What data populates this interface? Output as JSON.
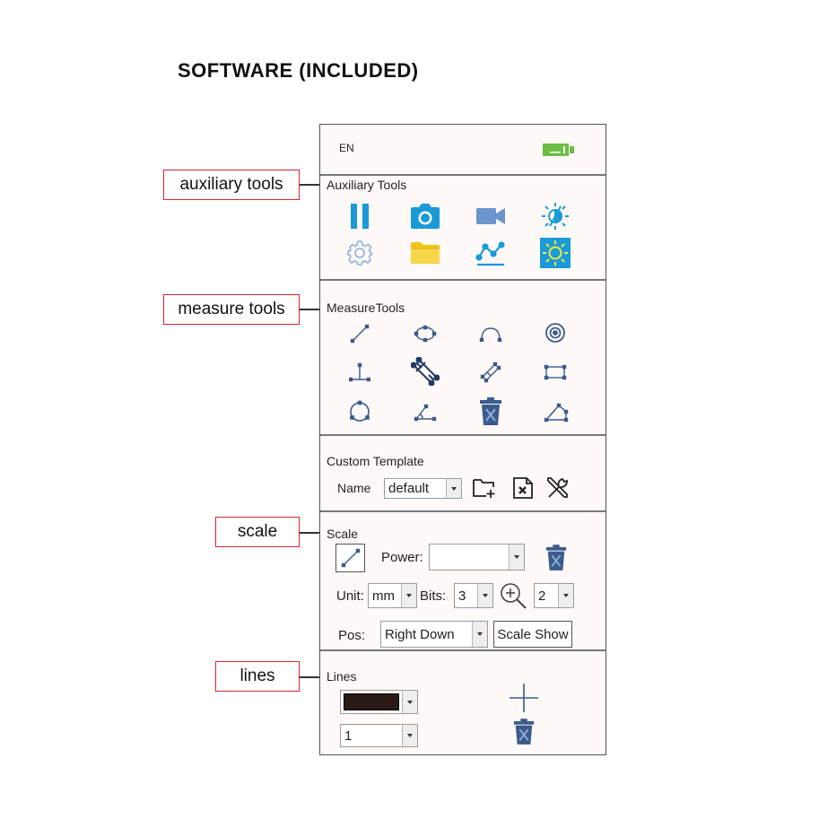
{
  "heading": "SOFTWARE (INCLUDED)",
  "callouts": {
    "auxiliary": "auxiliary tools",
    "measure": "measure tools",
    "scale": "scale",
    "lines": "lines"
  },
  "panel": {
    "language": "EN",
    "auxiliary_title": "Auxiliary Tools",
    "auxiliary_icons": [
      "pause-icon",
      "camera-icon",
      "video-camera-icon",
      "brightness-icon",
      "gear-icon",
      "folder-icon",
      "line-graph-icon",
      "exposure-icon"
    ],
    "measure_title": "MeasureTools",
    "measure_icons": [
      "line-tool-icon",
      "ellipse-tool-icon",
      "arc-tool-icon",
      "concentric-circle-icon",
      "perpendicular-tool-icon",
      "parallel-distance-icon",
      "parallel-lines-icon",
      "rectangle-tool-icon",
      "circle-tool-icon",
      "angle-tool-icon",
      "delete-measure-icon",
      "polygon-tool-icon"
    ],
    "custom_template": {
      "title": "Custom Template",
      "name_label": "Name",
      "name_value": "default"
    },
    "scale": {
      "title": "Scale",
      "power_label": "Power:",
      "power_value": "",
      "unit_label": "Unit:",
      "unit_value": "mm",
      "bits_label": "Bits:",
      "bits_value": "3",
      "zoom_value": "2",
      "pos_label": "Pos:",
      "pos_value": "Right Down",
      "scale_show_label": "Scale Show"
    },
    "lines": {
      "title": "Lines",
      "color_value": "#2a1a16",
      "width_value": "1"
    }
  },
  "colors": {
    "accent_blue": "#1a9ad8",
    "icon_blue": "#6b95cc",
    "dark_blue": "#3a5b8c",
    "folder_yellow": "#f2c51a",
    "battery_green": "#6cbd45",
    "callout_red": "#d7262e"
  }
}
